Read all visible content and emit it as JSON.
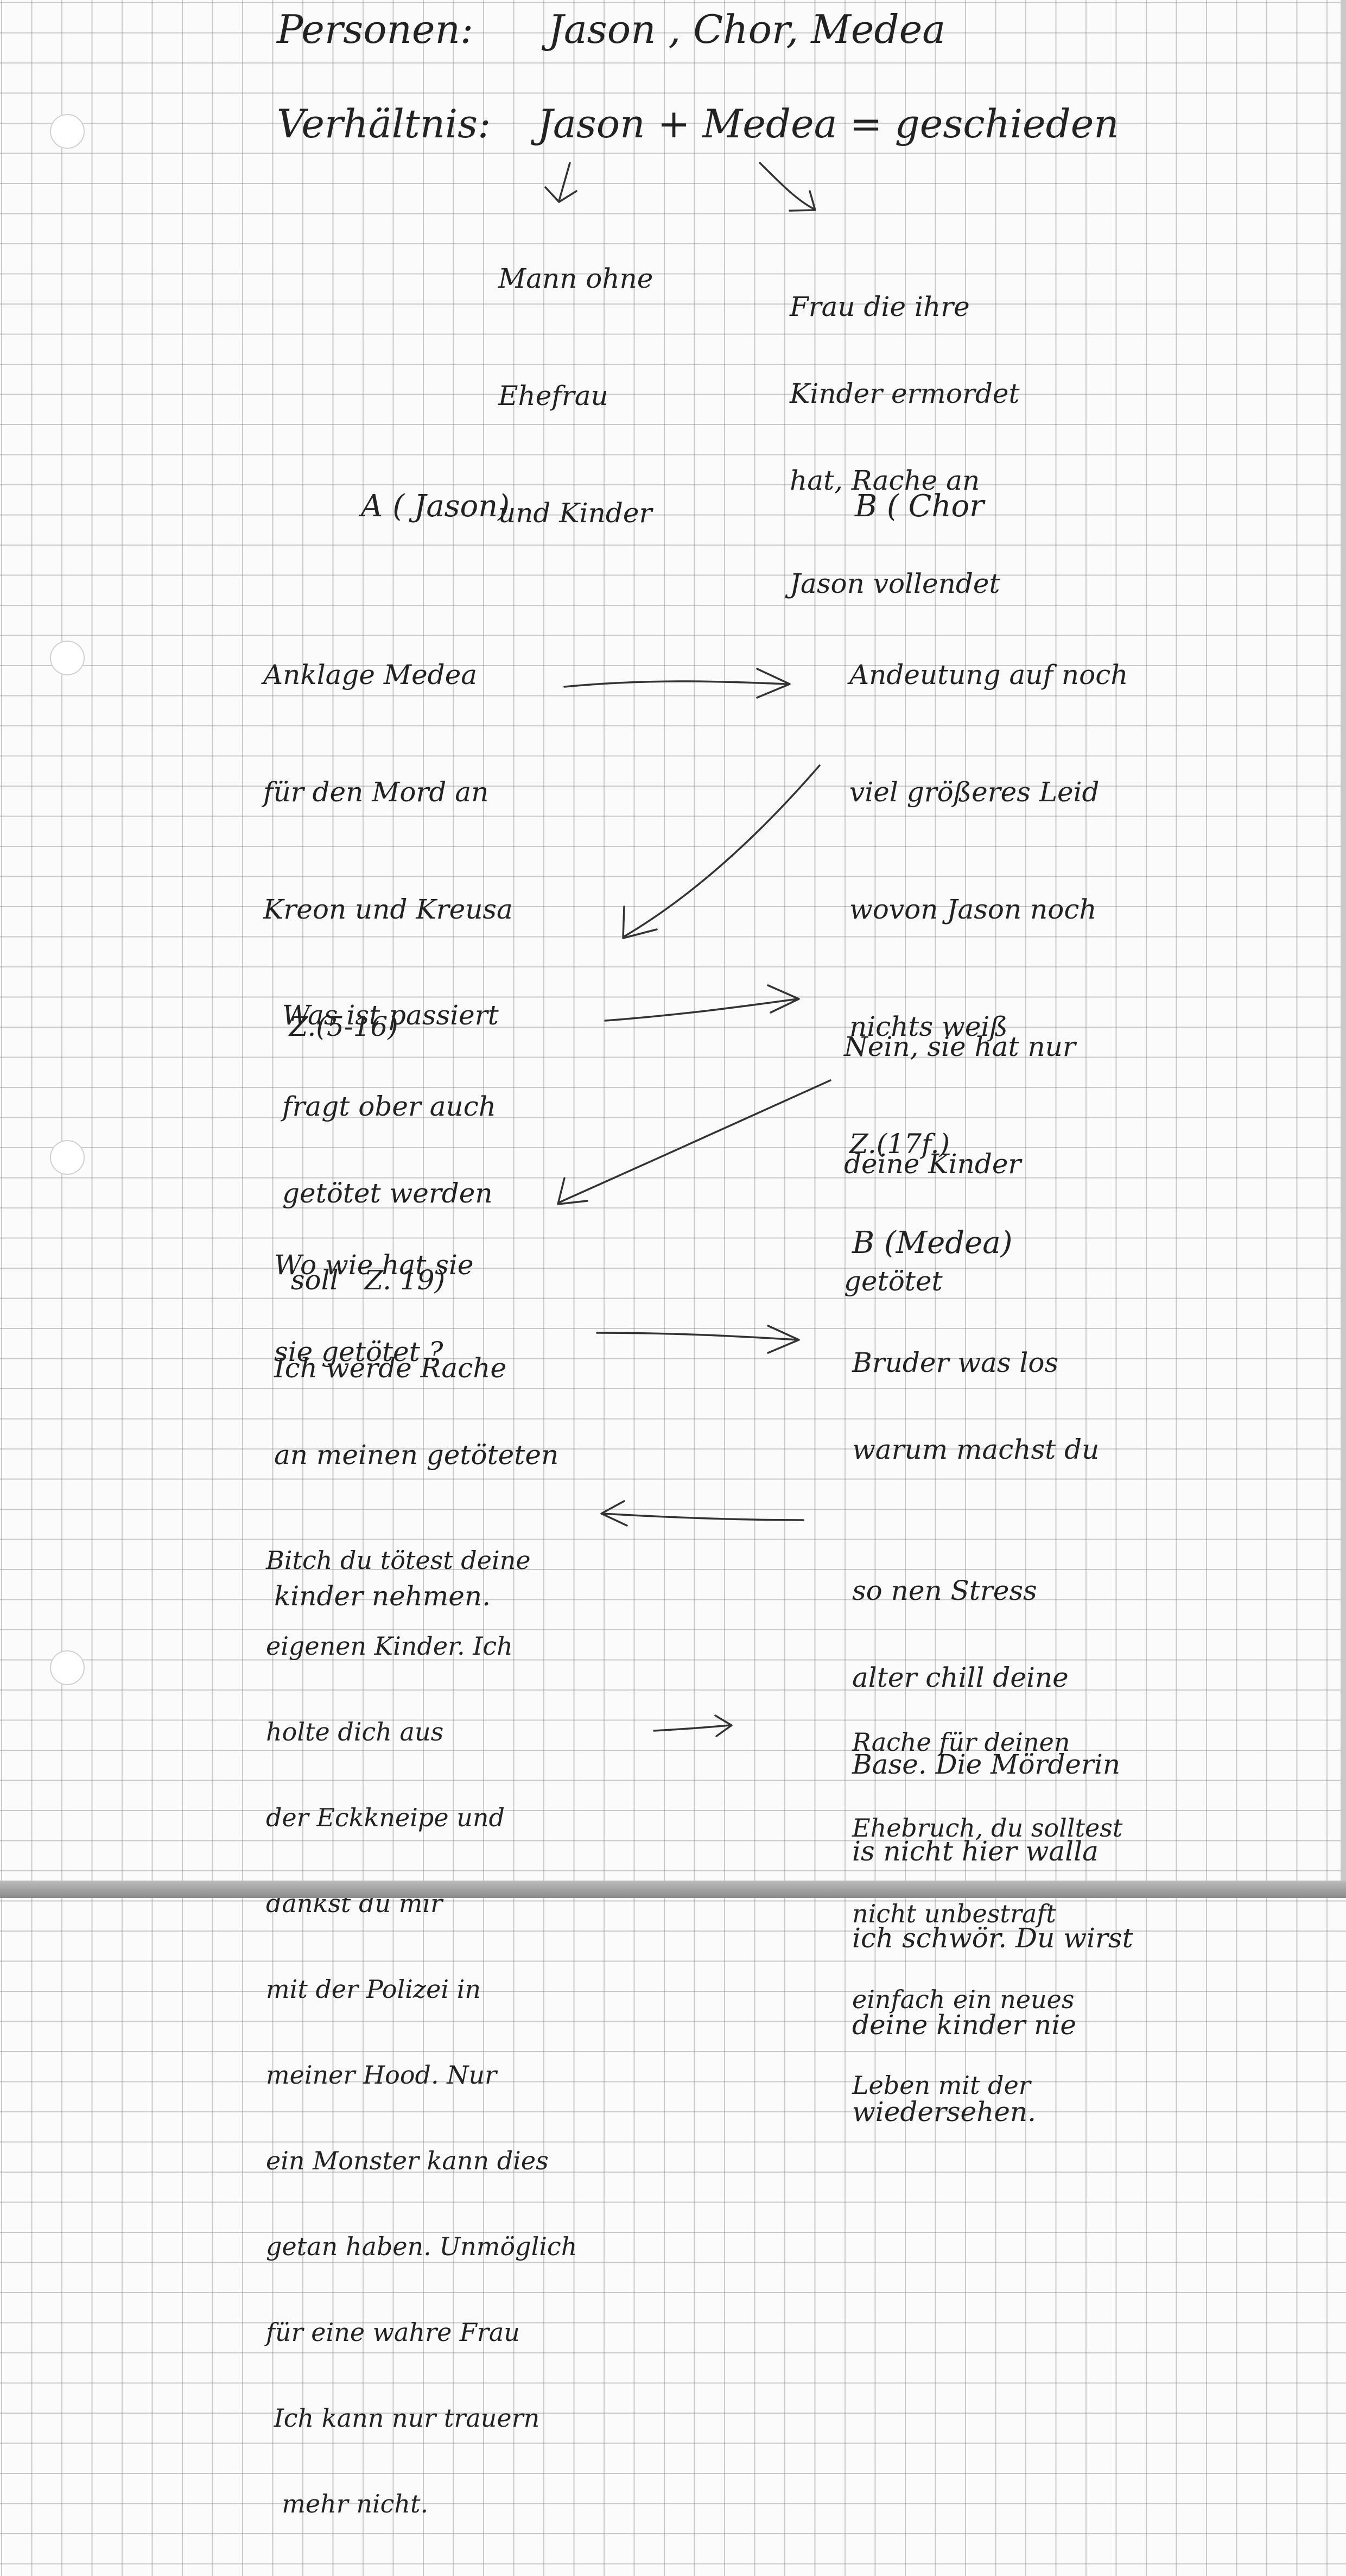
{
  "header": {
    "personen_label": "Personen:",
    "personen_list": "Jason , Chor, Medea",
    "verhaeltnis_label": "Verhältnis:",
    "verhaeltnis_value": "Jason + Medea = geschieden"
  },
  "left_note": [
    "Mann ohne",
    "Ehefrau",
    "und Kinder"
  ],
  "right_note": [
    "Frau die ihre",
    "Kinder ermordet",
    "hat, Rache an",
    "Jason vollendet"
  ],
  "col_a_title": "A ( Jason)",
  "col_b_title": "B ( Chor",
  "a1": [
    "Anklage Medea",
    "für den Mord an",
    "Kreon und Kreusa",
    "   Z.(5-16)"
  ],
  "b1": [
    "Andeutung auf noch",
    "viel größeres Leid",
    "wovon Jason noch",
    "nichts weiß",
    "Z.(17f.)"
  ],
  "a2": [
    "Was ist passiert",
    "fragt ober auch",
    "getötet werden",
    " soll   Z. 19)"
  ],
  "b2": [
    "Nein, sie hat nur",
    "deine Kinder",
    "getötet"
  ],
  "a3": [
    "Wo wie hat sie",
    "sie getötet ?"
  ],
  "b3_title": "B (Medea)",
  "a4": [
    "Ich werde Rache",
    "an meinen getöteten",
    "",
    "kinder nehmen."
  ],
  "b4": [
    "Bruder was los",
    "warum machst du",
    "",
    "so nen Stress",
    "alter chill deine",
    "Base. Die Mörderin",
    "is nicht hier walla",
    "ich schwör. Du wirst",
    "deine kinder nie",
    "wiedersehen."
  ],
  "a5": [
    "Bitch du tötest deine",
    "eigenen Kinder. Ich",
    "holte dich aus",
    "der Eckkneipe und",
    "dankst du mir",
    "mit der Polizei in",
    "meiner Hood. Nur",
    "ein Monster kann dies",
    "getan haben. Unmöglich",
    "für eine wahre Frau",
    " Ich kann nur trauern",
    "  mehr nicht."
  ],
  "b5": [
    "Rache für deinen",
    "Ehebruch, du solltest",
    "nicht unbestraft",
    "einfach ein neues",
    "Leben mit der"
  ]
}
